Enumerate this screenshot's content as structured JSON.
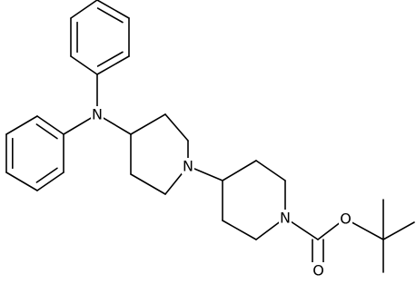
{
  "structure": {
    "atom_labels": {
      "n_diphenylamine": "N",
      "n_piperidine_a": "N",
      "n_piperidine_b": "N",
      "o_ester": "O",
      "o_carbonyl": "O"
    },
    "colors": {
      "bond": "#000000",
      "label": "#000000",
      "background": "#ffffff"
    }
  }
}
